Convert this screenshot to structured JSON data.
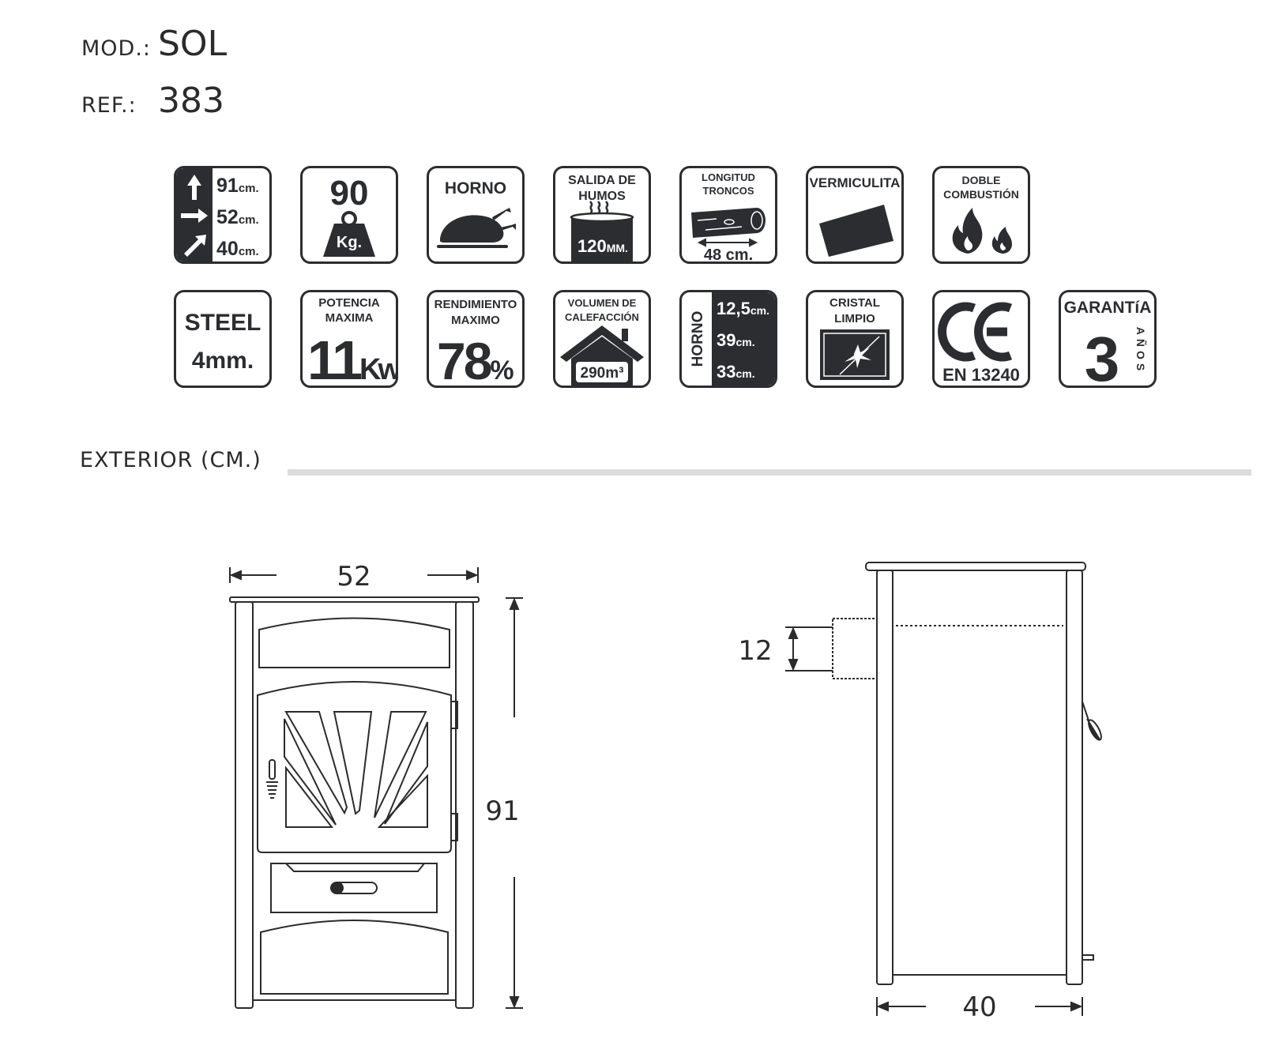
{
  "header": {
    "model_label": "MOD.:",
    "model_value": "SOL",
    "ref_label": "REF.:",
    "ref_value": "383"
  },
  "icons": {
    "dimensions": {
      "height": "91",
      "width": "52",
      "depth": "40",
      "unit": "cm."
    },
    "weight": {
      "value": "90",
      "unit": "Kg."
    },
    "oven": {
      "label": "HORNO"
    },
    "flue": {
      "line1": "SALIDA DE",
      "line2": "HUMOS",
      "value": "120",
      "unit": "MM."
    },
    "logs": {
      "line1": "LONGITUD",
      "line2": "TRONCOS",
      "value": "48 cm."
    },
    "vermiculite": {
      "label": "VERMICULITA"
    },
    "double_combustion": {
      "line1": "DOBLE",
      "line2": "COMBUSTIÓN"
    },
    "steel": {
      "line1": "STEEL",
      "line2": "4mm."
    },
    "power": {
      "line1": "POTENCIA",
      "line2": "MAXIMA",
      "value": "11",
      "unit": "Kw"
    },
    "efficiency": {
      "line1": "RENDIMIENTO",
      "line2": "MAXIMO",
      "value": "78",
      "unit": "%"
    },
    "heating_volume": {
      "line1": "VOLUMEN DE",
      "line2": "CALEFACCIÓN",
      "value": "290m³"
    },
    "oven_dimensions": {
      "label": "HORNO",
      "height": "12,5",
      "width": "39",
      "depth": "33",
      "unit": "cm."
    },
    "clean_glass": {
      "line1": "CRISTAL",
      "line2": "LIMPIO"
    },
    "ce": {
      "mark": "CE",
      "norm": "EN 13240"
    },
    "warranty": {
      "label": "GARANTíA",
      "value": "3",
      "unit": "AÑOS"
    }
  },
  "exterior": {
    "title": "EXTERIOR (CM.)",
    "front_width": "52",
    "front_height": "91",
    "side_flue_height": "12",
    "side_depth": "40"
  }
}
